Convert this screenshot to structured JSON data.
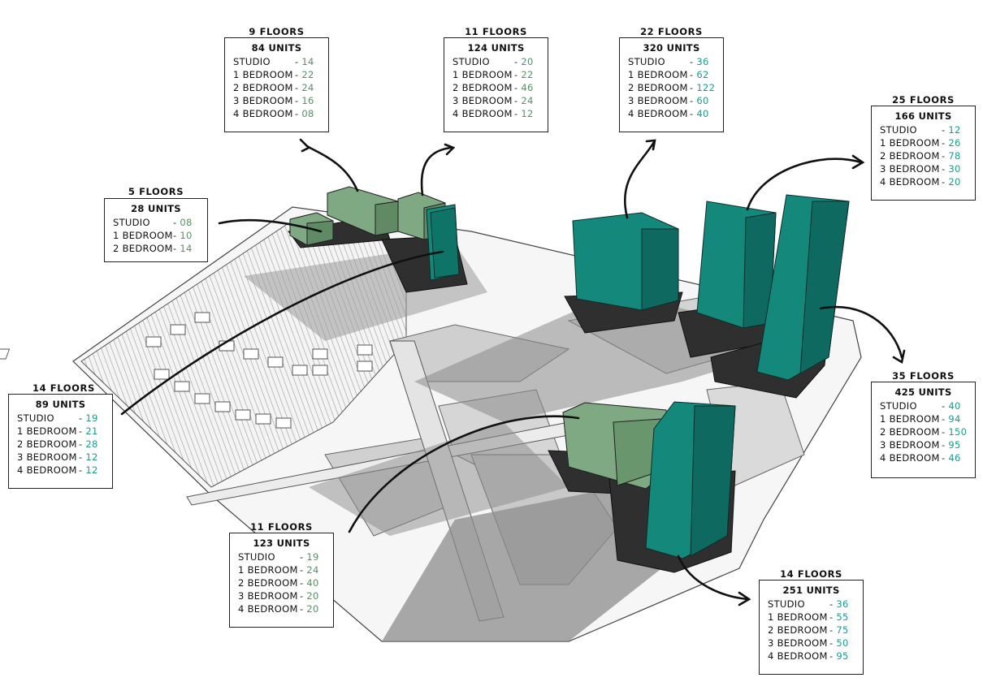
{
  "callouts": [
    {
      "id": "c-5f",
      "floors": "5 FLOORS",
      "units": "28 UNITS",
      "value_color": "#5a8f6a",
      "rows": [
        {
          "label": "STUDIO",
          "value": "08"
        },
        {
          "label": "1 BEDROOM",
          "value": "10"
        },
        {
          "label": "2 BEDROOM",
          "value": "14"
        }
      ]
    },
    {
      "id": "c-9f",
      "floors": "9 FLOORS",
      "units": "84 UNITS",
      "value_color": "#5a8f6a",
      "rows": [
        {
          "label": "STUDIO",
          "value": "14"
        },
        {
          "label": "1 BEDROOM",
          "value": "22"
        },
        {
          "label": "2 BEDROOM",
          "value": "24"
        },
        {
          "label": "3 BEDROOM",
          "value": "16"
        },
        {
          "label": "4 BEDROOM",
          "value": "08"
        }
      ]
    },
    {
      "id": "c-11f-a",
      "floors": "11 FLOORS",
      "units": "124 UNITS",
      "value_color": "#5a8f6a",
      "rows": [
        {
          "label": "STUDIO",
          "value": "20"
        },
        {
          "label": "1 BEDROOM",
          "value": "22"
        },
        {
          "label": "2 BEDROOM",
          "value": "46"
        },
        {
          "label": "3 BEDROOM",
          "value": "24"
        },
        {
          "label": "4 BEDROOM",
          "value": "12"
        }
      ]
    },
    {
      "id": "c-22f",
      "floors": "22 FLOORS",
      "units": "320 UNITS",
      "value_color": "#1f9a8c",
      "rows": [
        {
          "label": "STUDIO",
          "value": "36"
        },
        {
          "label": "1 BEDROOM",
          "value": "62"
        },
        {
          "label": "2 BEDROOM",
          "value": "122"
        },
        {
          "label": "3 BEDROOM",
          "value": "60"
        },
        {
          "label": "4 BEDROOM",
          "value": "40"
        }
      ]
    },
    {
      "id": "c-25f",
      "floors": "25 FLOORS",
      "units": "166 UNITS",
      "value_color": "#1f9a8c",
      "rows": [
        {
          "label": "STUDIO",
          "value": "12"
        },
        {
          "label": "1 BEDROOM",
          "value": "26"
        },
        {
          "label": "2 BEDROOM",
          "value": "78"
        },
        {
          "label": "3 BEDROOM",
          "value": "30"
        },
        {
          "label": "4 BEDROOM",
          "value": "20"
        }
      ]
    },
    {
      "id": "c-14f-a",
      "floors": "14 FLOORS",
      "units": "89 UNITS",
      "value_color": "#1f9a8c",
      "rows": [
        {
          "label": "STUDIO",
          "value": "19"
        },
        {
          "label": "1 BEDROOM",
          "value": "21"
        },
        {
          "label": "2 BEDROOM",
          "value": "28"
        },
        {
          "label": "3 BEDROOM",
          "value": "12"
        },
        {
          "label": "4 BEDROOM",
          "value": "12"
        }
      ]
    },
    {
      "id": "c-35f",
      "floors": "35 FLOORS",
      "units": "425 UNITS",
      "value_color": "#1f9a8c",
      "rows": [
        {
          "label": "STUDIO",
          "value": "40"
        },
        {
          "label": "1 BEDROOM",
          "value": "94"
        },
        {
          "label": "2 BEDROOM",
          "value": "150"
        },
        {
          "label": "3 BEDROOM",
          "value": "95"
        },
        {
          "label": "4 BEDROOM",
          "value": "46"
        }
      ]
    },
    {
      "id": "c-11f-b",
      "floors": "11 FLOORS",
      "units": "123 UNITS",
      "value_color": "#5a8f6a",
      "rows": [
        {
          "label": "STUDIO",
          "value": "19"
        },
        {
          "label": "1 BEDROOM",
          "value": "24"
        },
        {
          "label": "2 BEDROOM",
          "value": "40"
        },
        {
          "label": "3 BEDROOM",
          "value": "20"
        },
        {
          "label": "4 BEDROOM",
          "value": "20"
        }
      ]
    },
    {
      "id": "c-14f-b",
      "floors": "14 FLOORS",
      "units": "251 UNITS",
      "value_color": "#1f9a8c",
      "rows": [
        {
          "label": "STUDIO",
          "value": "36"
        },
        {
          "label": "1 BEDROOM",
          "value": "55"
        },
        {
          "label": "2 BEDROOM",
          "value": "75"
        },
        {
          "label": "3 BEDROOM",
          "value": "50"
        },
        {
          "label": "4 BEDROOM",
          "value": "95"
        }
      ]
    }
  ],
  "colors": {
    "tower_teal": "#15887c",
    "tower_teal_dark": "#0e6a60",
    "block_green": "#7fa982",
    "block_green_dark": "#5f8a63",
    "podium": "#2f2f2f",
    "road": "#d9d9d9",
    "shadow": "#8a8a8a"
  }
}
